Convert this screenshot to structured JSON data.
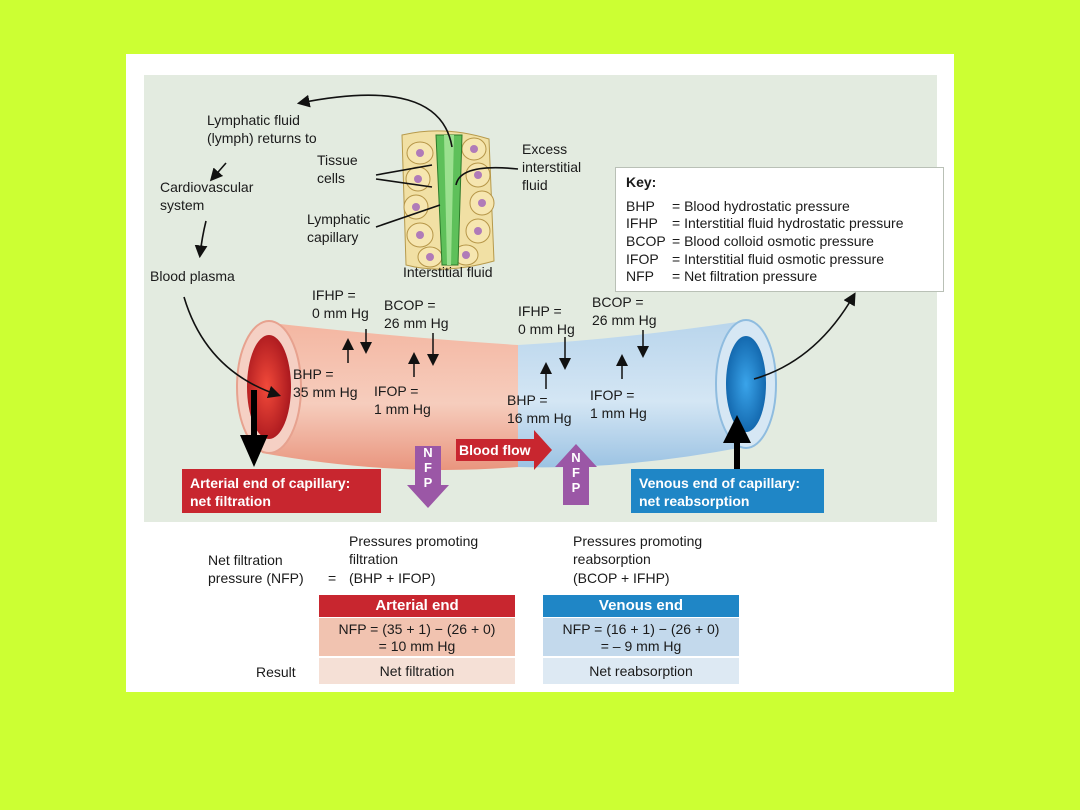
{
  "top_labels": {
    "lymph_returns": "Lymphatic fluid\n(lymph) returns to",
    "cardiovascular": "Cardiovascular\nsystem",
    "blood_plasma": "Blood plasma",
    "tissue_cells": "Tissue\ncells",
    "lymphatic_capillary": "Lymphatic\ncapillary",
    "excess_fluid": "Excess\ninterstitial\nfluid",
    "interstitial_fluid": "Interstitial fluid"
  },
  "key": {
    "title": "Key:",
    "rows": [
      {
        "abbr": "BHP",
        "def": "= Blood hydrostatic pressure"
      },
      {
        "abbr": "IFHP",
        "def": "= Interstitial fluid hydrostatic pressure"
      },
      {
        "abbr": "BCOP",
        "def": "= Blood colloid osmotic pressure"
      },
      {
        "abbr": "IFOP",
        "def": "= Interstitial fluid osmotic pressure"
      },
      {
        "abbr": "NFP",
        "def": "= Net filtration pressure"
      }
    ]
  },
  "arterial_pressures": {
    "ifhp": "IFHP =\n0 mm Hg",
    "bcop": "BCOP =\n26 mm Hg",
    "bhp": "BHP =\n35 mm Hg",
    "ifop": "IFOP =\n1 mm Hg"
  },
  "venous_pressures": {
    "ifhp": "IFHP =\n0 mm Hg",
    "bcop": "BCOP =\n26 mm Hg",
    "bhp": "BHP =\n16 mm Hg",
    "ifop": "IFOP =\n1 mm Hg"
  },
  "blood_flow": "Blood flow",
  "nfp_letters": "N\nF\nP",
  "arterial_banner": "Arterial end of capillary:\nnet filtration",
  "venous_banner": "Venous end of capillary:\nnet reabsorption",
  "equation": {
    "nfp_label": "Net filtration\npressure (NFP)",
    "equals": "=",
    "filtration_heading": "Pressures promoting\nfiltration",
    "filtration_terms": "(BHP + IFOP)",
    "reabsorption_heading": "Pressures promoting\nreabsorption",
    "reabsorption_terms": "(BCOP + IFHP)"
  },
  "table": {
    "arterial_header": "Arterial end",
    "venous_header": "Venous end",
    "arterial_calc": "NFP = (35 + 1) − (26 + 0)\n= 10 mm Hg",
    "venous_calc": "NFP = (16 + 1) − (26 + 0)\n= – 9 mm Hg",
    "result_label": "Result",
    "arterial_result": "Net filtration",
    "venous_result": "Net reabsorption"
  },
  "colors": {
    "background": "#ccff33",
    "arterial": "#c8262f",
    "venous": "#1f86c6",
    "nfp_arrow": "#9b57a6",
    "panel": "#e3ebe0"
  }
}
